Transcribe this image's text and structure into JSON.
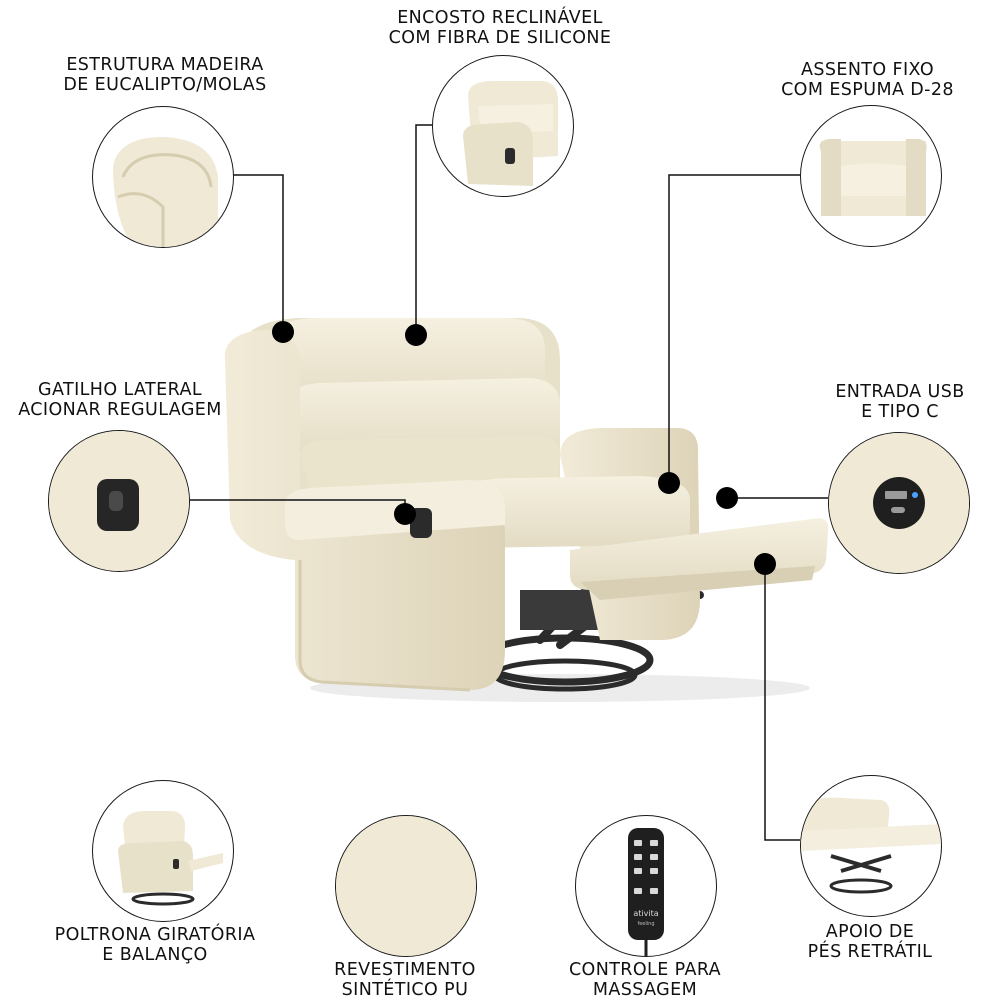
{
  "colors": {
    "upholstery": "#efe9d6",
    "upholstery_shade": "#ddd4bb",
    "upholstery_dark": "#c9bf9f",
    "frame": "#2b2b2b",
    "line": "#111111"
  },
  "features": {
    "estrutura": {
      "line1": "Estrutura Madeira",
      "line2": "de Eucalipto/Molas"
    },
    "encosto": {
      "line1": "Encosto Reclinável",
      "line2": "com Fibra de Silicone"
    },
    "assento": {
      "line1": "Assento Fixo",
      "line2": "com Espuma D-28"
    },
    "gatilho": {
      "line1": "Gatilho Lateral",
      "line2": "Acionar Regulagem"
    },
    "usb": {
      "line1": "Entrada USB",
      "line2": "e Tipo C"
    },
    "giratoria": {
      "line1": "Poltrona Giratória",
      "line2": "e Balanço"
    },
    "revestimento": {
      "line1": "Revestimento",
      "line2": "Sintético PU"
    },
    "controle": {
      "line1": "Controle para",
      "line2": "Massagem"
    },
    "apoio": {
      "line1": "Apoio de",
      "line2": "Pés Retrátil"
    }
  },
  "remote_brand": "ativita",
  "remote_sub": "feeling"
}
